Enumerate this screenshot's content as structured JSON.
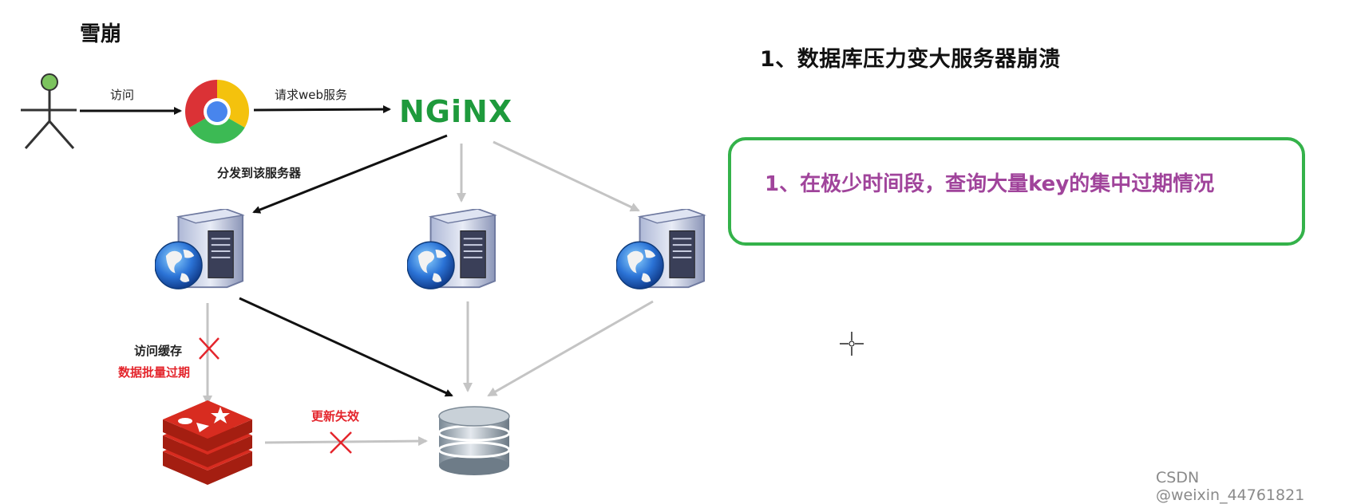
{
  "page": {
    "title": "雪崩",
    "heading": "1、数据库压力变大服务器崩溃",
    "callout": "1、在极少时间段，查询大量key的集中过期情况",
    "watermark": "CSDN @weixin_44761821"
  },
  "diagram": {
    "edge_labels": {
      "visit": "访问",
      "request_web": "请求web服务",
      "dispatch": "分发到该服务器",
      "visit_cache": "访问缓存",
      "batch_expire": "数据批量过期",
      "update_fail": "更新失效"
    },
    "logo_text": "NGiNX"
  },
  "colors": {
    "accent_green": "#34b24a",
    "callout_text": "#a0449b",
    "alert_red": "#e4252c",
    "nginx_green": "#1e9a3c"
  },
  "icons": [
    "user-stick-figure-icon",
    "chrome-browser-icon",
    "server-icon",
    "redis-icon",
    "database-icon",
    "crosshair-cursor-icon"
  ]
}
